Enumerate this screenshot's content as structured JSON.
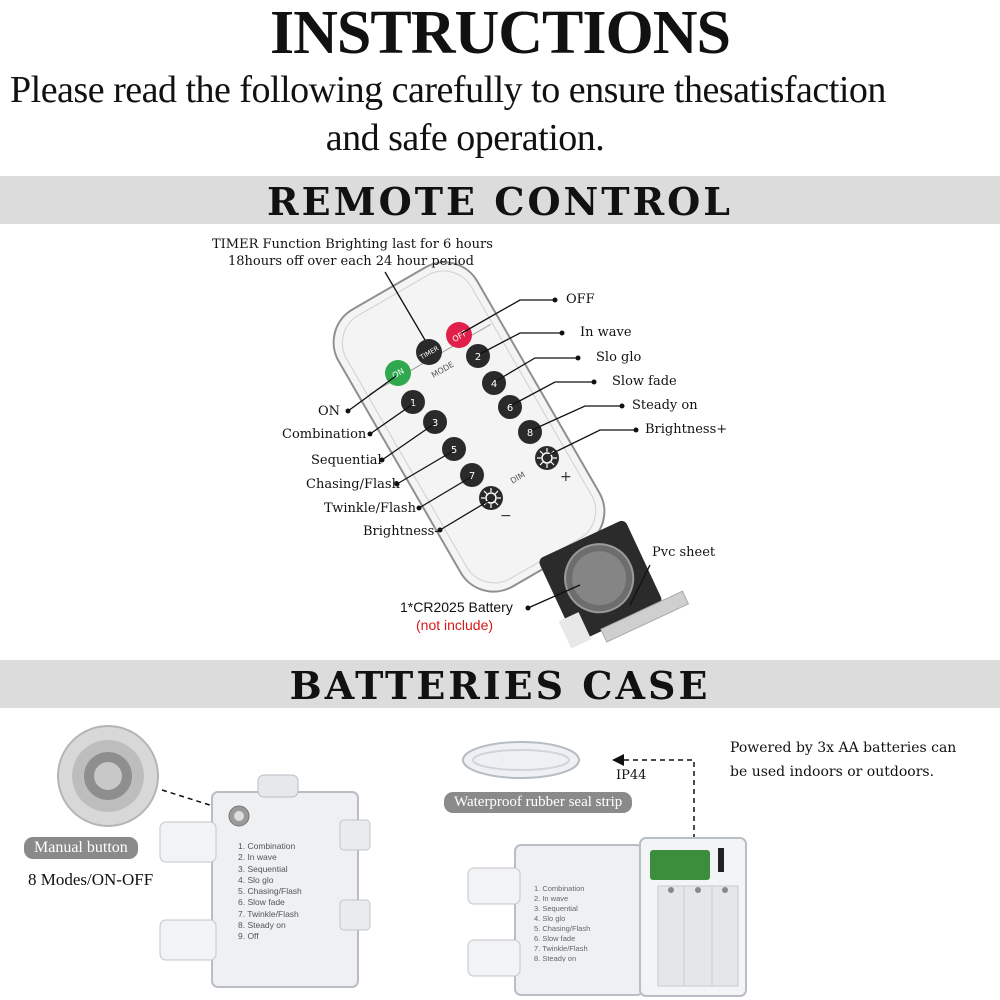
{
  "header": {
    "title": "INSTRUCTIONS",
    "intro_line1": "Please read the following carefully  to ensure thesatisfaction",
    "intro_line2": "and safe operation."
  },
  "remote_section": {
    "heading": "REMOTE CONTROL",
    "timer_note_line1": "TIMER Function Brighting last for 6 hours",
    "timer_note_line2": "18hours off over each 24 hour period",
    "buttons": {
      "on": "ON",
      "off": "OFF",
      "timer": "TIMER",
      "mode": "MODE",
      "dim": "DIM",
      "plus": "+",
      "minus": "−",
      "n1": "1",
      "n2": "2",
      "n3": "3",
      "n4": "4",
      "n5": "5",
      "n6": "6",
      "n7": "7",
      "n8": "8"
    },
    "labels": {
      "off": "OFF",
      "in_wave": "In wave",
      "slo_glo": "Slo glo",
      "slow_fade": "Slow fade",
      "steady_on": "Steady on",
      "brightness_plus": "Brightness+",
      "on": "ON",
      "combination": "Combination",
      "sequential": "Sequential",
      "chasing_flash": "Chasing/Flash",
      "twinkle_flash": "Twinkle/Flash",
      "brightness_minus": "Brightness-",
      "pvc_sheet": "Pvc sheet",
      "battery": "1*CR2025 Battery",
      "battery_note": "(not include)"
    },
    "colors": {
      "on_button": "#2fa84f",
      "off_button": "#e0204a",
      "battery_note": "#d41a1a"
    }
  },
  "batteries_section": {
    "heading": "BATTERIES CASE",
    "manual_button": "Manual button",
    "modes_onoff": "8 Modes/ON-OFF",
    "ip_rating": "IP44",
    "seal_strip": "Waterproof rubber seal strip",
    "powered_line1": "Powered by 3x AA batteries can",
    "powered_line2": "be used indoors or outdoors.",
    "mode_list": [
      "1. Combination",
      "2. In wave",
      "3. Sequential",
      "4. Slo glo",
      "5. Chasing/Flash",
      "6. Slow fade",
      "7. Twinkle/Flash",
      "8. Steady on",
      "9. Off"
    ]
  }
}
